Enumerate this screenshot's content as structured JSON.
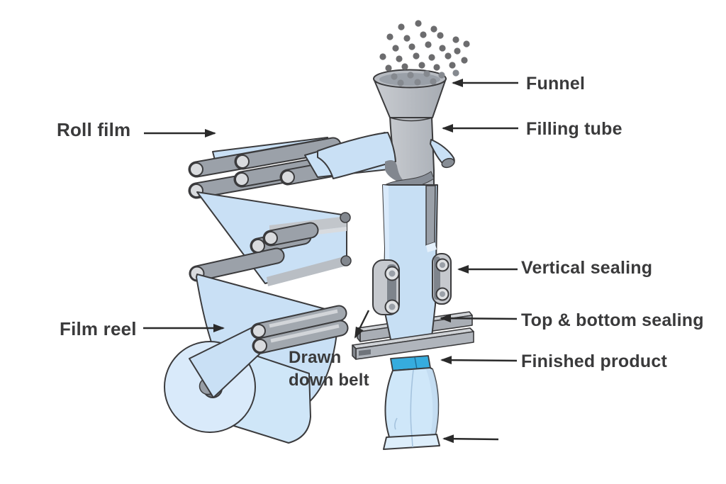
{
  "diagram": {
    "labels": {
      "roll_film": "Roll film",
      "film_reel": "Film reel",
      "funnel": "Funnel",
      "filling_tube": "Filling tube",
      "vertical_sealing": "Vertical sealing",
      "top_bottom_sealing": "Top & bottom sealing",
      "finished_product": "Finished product",
      "drawn_down_belt": "Drawn down belt"
    },
    "colors": {
      "background": "#ffffff",
      "film_blue": "#c9e0f5",
      "film_blue_light": "#d9eafb",
      "machine_gray": "#b4b9c0",
      "machine_gray_dark": "#878d96",
      "seal_blue": "#2fa9dc",
      "outline": "#3b3b3d",
      "text": "#3a3a3b",
      "arrow": "#2a2a2a",
      "granule_gray": "#6c6c6e"
    }
  }
}
